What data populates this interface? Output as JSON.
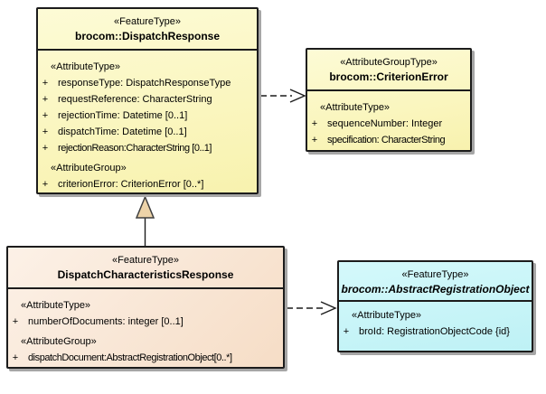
{
  "diagram_title": "UML class diagram - brocom dispatch response model",
  "colors": {
    "background": "#FFFFFF",
    "class_fill_yellow": "#F8F2AE",
    "class_fill_peach": "#F6DDC6",
    "class_fill_cyan": "#BEF1F5",
    "border": "#1C1C1C",
    "shadow": "#A6A6A6",
    "generalization_triangle_fill": "#EDD3A8"
  },
  "classes": {
    "dispatchResponse": {
      "stereotype": "«FeatureType»",
      "name": "brocom::DispatchResponse",
      "attrTypeLabel": "«AttributeType»",
      "attributes": [
        {
          "vis": "+",
          "text": "responseType: DispatchResponseType"
        },
        {
          "vis": "+",
          "text": "requestReference: CharacterString"
        },
        {
          "vis": "+",
          "text": "rejectionTime: Datetime [0..1]"
        },
        {
          "vis": "+",
          "text": "dispatchTime: Datetime [0..1]"
        },
        {
          "vis": "+",
          "text": "rejectionReason:CharacterString [0..1]"
        }
      ],
      "attrGroupLabel": "«AttributeGroup»",
      "groupAttributes": [
        {
          "vis": "+",
          "text": "criterionError: CriterionError [0..*]"
        }
      ]
    },
    "criterionError": {
      "stereotype": "«AttributeGroupType»",
      "name": "brocom::CriterionError",
      "attrTypeLabel": "«AttributeType»",
      "attributes": [
        {
          "vis": "+",
          "text": "sequenceNumber: Integer"
        },
        {
          "vis": "+",
          "text": "specification: CharacterString"
        }
      ]
    },
    "dispatchCharacteristicsResponse": {
      "stereotype": "«FeatureType»",
      "name": "DispatchCharacteristicsResponse",
      "attrTypeLabel": "«AttributeType»",
      "attributes": [
        {
          "vis": "+",
          "text": "numberOfDocuments: integer [0..1]"
        }
      ],
      "attrGroupLabel": "«AttributeGroup»",
      "groupAttributes": [
        {
          "vis": "+",
          "text": "dispatchDocument:AbstractRegistrationObject[0..*]"
        }
      ]
    },
    "abstractRegistrationObject": {
      "stereotype": "«FeatureType»",
      "name": "brocom::AbstractRegistrationObject",
      "attrTypeLabel": "«AttributeType»",
      "attributes": [
        {
          "vis": "+",
          "text": "broId: RegistrationObjectCode {id}"
        }
      ]
    }
  },
  "connectors": {
    "dependency_to_criterion_error": "dashed dependency arrow, DispatchResponse to CriterionError",
    "generalization": "generalization, DispatchCharacteristicsResponse to DispatchResponse",
    "dependency_to_abstract_registration_object": "dashed dependency arrow, DispatchCharacteristicsResponse to AbstractRegistrationObject"
  }
}
